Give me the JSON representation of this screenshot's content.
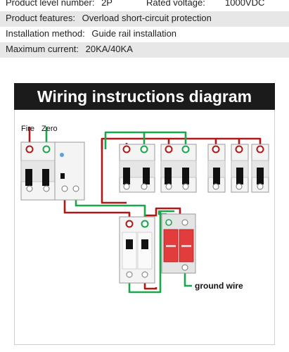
{
  "specs": {
    "product_level": {
      "label": "Product level number:",
      "value": "2P"
    },
    "rated_voltage": {
      "label": "Rated voltage:",
      "value": "1000VDC"
    },
    "features": {
      "label": "Product features:",
      "value": "Overload short-circuit protection"
    },
    "installation": {
      "label": "Installation method:",
      "value": "Guide rail installation"
    },
    "max_current": {
      "label": "Maximum current:",
      "value": "20KA/40KA"
    }
  },
  "diagram": {
    "title": "Wiring instructions diagram",
    "fire_label": "Fire",
    "zero_label": "Zero",
    "ground_label": "ground wire",
    "colors": {
      "fire_wire": "#b01818",
      "zero_wire": "#1aa64a",
      "ground_wire": "#2a9a3a",
      "spd_body": "#e23c3c",
      "device_body": "#f4f4f4"
    }
  }
}
